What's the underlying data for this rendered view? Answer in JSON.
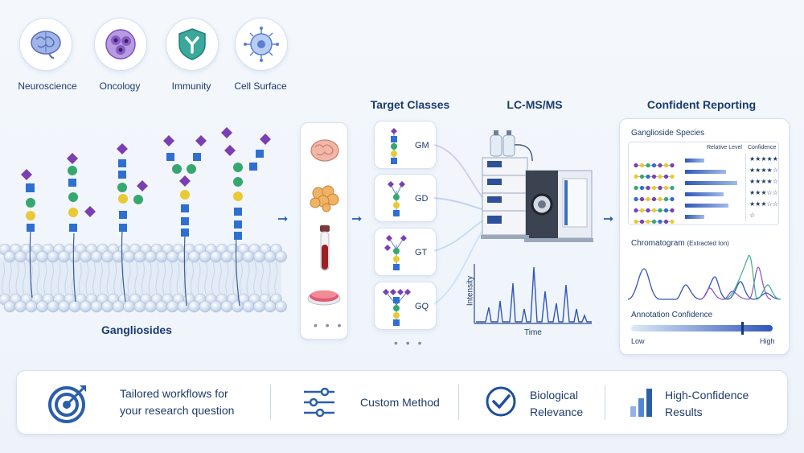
{
  "applications": [
    {
      "label": "Neuroscience",
      "icon": "brain-icon"
    },
    {
      "label": "Oncology",
      "icon": "cell-cluster-icon"
    },
    {
      "label": "Immunity",
      "icon": "shield-icon"
    },
    {
      "label": "Cell Surface",
      "icon": "cell-icon"
    }
  ],
  "membrane": {
    "label": "Gangliosides"
  },
  "samples": {
    "icons": [
      "brain-icon",
      "tissue-icon",
      "blood-tube-icon",
      "petri-dish-icon"
    ],
    "more": "• • •"
  },
  "target_classes": {
    "title": "Target Classes",
    "items": [
      "GM",
      "GD",
      "GT",
      "GQ"
    ],
    "more": "• • •"
  },
  "lcms": {
    "title": "LC-MS/MS",
    "ylabel": "Intensity",
    "xlabel": "Time"
  },
  "reporting": {
    "title": "Confident Reporting",
    "species_title": "Ganglioside Species",
    "col_level": "Relative Level",
    "col_conf": "Confidence",
    "rows": [
      {
        "level": 0.35,
        "stars": "★★★★★"
      },
      {
        "level": 0.75,
        "stars": "★★★★☆"
      },
      {
        "level": 0.95,
        "stars": "★★★★☆"
      },
      {
        "level": 0.7,
        "stars": "★★★☆☆"
      },
      {
        "level": 0.8,
        "stars": "★★★☆☆"
      },
      {
        "level": 0.35,
        "stars": "☆"
      }
    ],
    "chromatogram_title": "Chromatogram",
    "chromatogram_sub": "(Extracted Ion)",
    "confidence_title": "Annotation Confidence",
    "low": "Low",
    "high": "High",
    "confidence_marker": 0.78
  },
  "features": [
    {
      "text1": "Tailored workflows for",
      "text2": "your research question",
      "icon": "target-icon"
    },
    {
      "text1": "Custom Method",
      "text2": "",
      "icon": "sliders-icon"
    },
    {
      "text1": "Biological",
      "text2": "Relevance",
      "icon": "check-circle-icon"
    },
    {
      "text1": "High-Confidence",
      "text2": "Results",
      "icon": "bar-chart-icon"
    }
  ],
  "colors": {
    "accent": "#2a5fa8",
    "purple": "#7a3fb0",
    "blue": "#2f6fd1",
    "green": "#36a86f",
    "yellow": "#e9c935"
  }
}
